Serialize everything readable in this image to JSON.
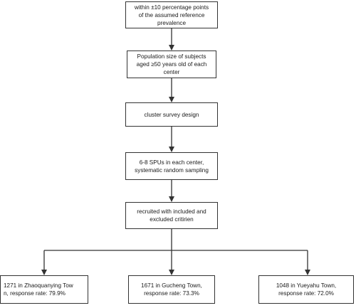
{
  "flowchart": {
    "nodes": {
      "prevalence": "within ±10 percentage points\nof the assumed reference\nprevalence",
      "population": "Population size of subjects\naged ≥50 years old of each\ncenter",
      "design": "cluster survey design",
      "spus": "6-8 SPUs in each center,\nsystematic random sampling",
      "recruited": "recruited with included and\nexcluded critirien",
      "zhaoquanying": "1271 in Zhaoquanying Tow\nn, response rate: 79.9%",
      "gucheng": "1671 in Gucheng Town,\nresponse rate: 73.3%",
      "yueyahu": "1048 in Yueyahu Town,\nresponse rate: 72.0%"
    }
  }
}
